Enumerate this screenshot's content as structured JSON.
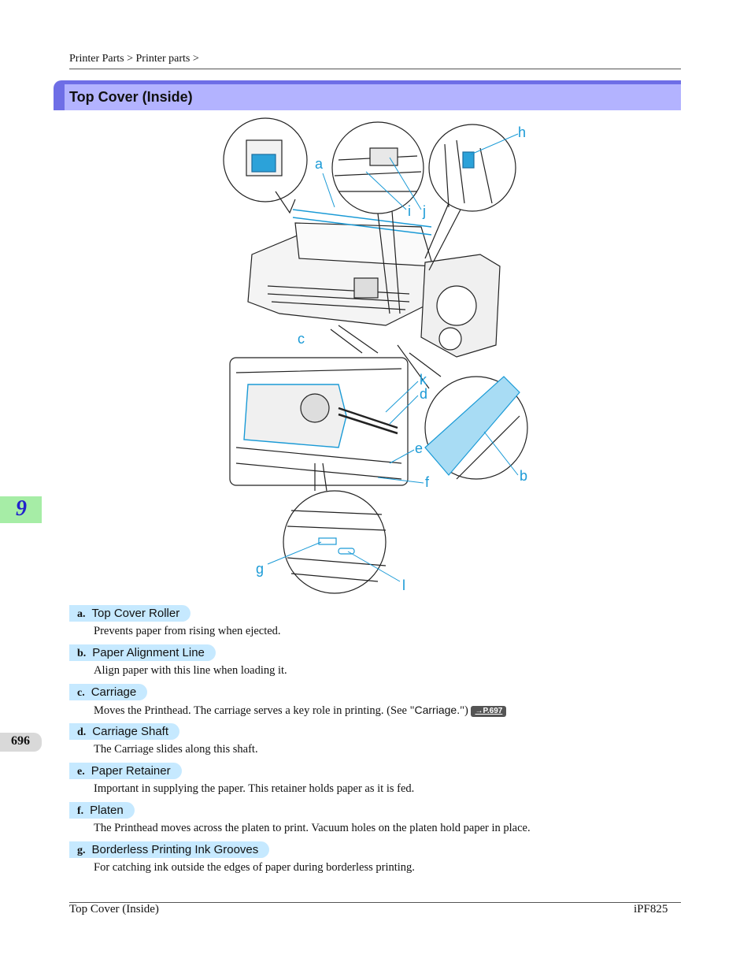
{
  "breadcrumb": {
    "item1": "Printer Parts",
    "sep": ">",
    "item2": "Printer parts",
    "trail": ">"
  },
  "section_title": "Top Cover (Inside)",
  "chapter_number": "9",
  "page_number": "696",
  "figure": {
    "callouts": [
      "a",
      "b",
      "c",
      "d",
      "e",
      "f",
      "g",
      "h",
      "i",
      "j",
      "k",
      "l"
    ],
    "callout_color": "#1a9ad6"
  },
  "parts": [
    {
      "letter": "a.",
      "name": "Top Cover Roller",
      "desc": "Prevents paper from rising when ejected."
    },
    {
      "letter": "b.",
      "name": "Paper Alignment Line",
      "desc": "Align paper with this line when loading it."
    },
    {
      "letter": "c.",
      "name": "Carriage",
      "desc_before": "Moves the Printhead. The carriage serves a key role in printing.  (See \"",
      "desc_link": "Carriage.",
      "desc_after": "\")",
      "page_ref": "→P.697"
    },
    {
      "letter": "d.",
      "name": "Carriage Shaft",
      "desc": "The Carriage slides along this shaft."
    },
    {
      "letter": "e.",
      "name": "Paper Retainer",
      "desc": "Important in supplying the paper. This retainer holds paper as it is fed."
    },
    {
      "letter": "f.",
      "name": "Platen",
      "desc": "The Printhead moves across the platen to print. Vacuum holes on the platen hold paper in place."
    },
    {
      "letter": "g.",
      "name": "Borderless Printing Ink Grooves",
      "desc": "For catching ink outside the edges of paper during borderless printing."
    }
  ],
  "footer": {
    "left": "Top Cover (Inside)",
    "right": "iPF825"
  },
  "colors": {
    "header_bg": "#b3b3ff",
    "header_accent": "#6e6ee6",
    "label_bg": "#c6e9ff",
    "chapter_tab": "#a6eda6",
    "page_tab": "#d9d9d9"
  }
}
